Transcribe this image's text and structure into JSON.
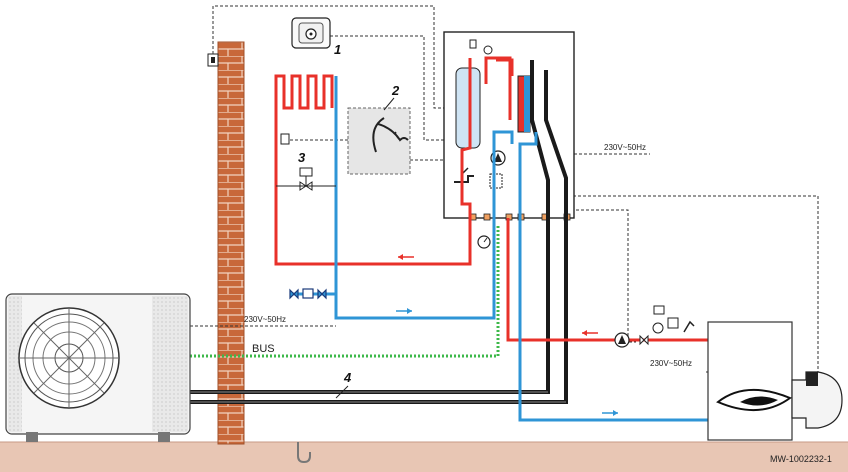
{
  "diagram": {
    "callouts": {
      "c1": "1",
      "c2": "2",
      "c3": "3",
      "c4": "4"
    },
    "voltage_labels": {
      "indoor_unit": "230V~50Hz",
      "outdoor_unit": "230V~50Hz",
      "boiler": "230V~50Hz"
    },
    "bus_label": "BUS",
    "reference_code": "MW-1002232-1",
    "colors": {
      "flow_pipe": "#e8312a",
      "return_pipe": "#2f95d6",
      "refrigerant_pipe": "#1a1a1a",
      "bus_cable": "#3db84a",
      "brick": "#c8683a",
      "ground": "#e8c6b4",
      "sensor_box": "#e6e6e6"
    },
    "icons": {
      "room_thermostat": "thermostat-icon",
      "outdoor_sensor": "outdoor-sensor-icon",
      "heat_pump_fan": "fan-icon",
      "boiler_flame": "burner-flame-icon",
      "circulator": "pump-icon",
      "pressure_gauge": "gauge-icon",
      "valve": "valve-icon"
    }
  }
}
